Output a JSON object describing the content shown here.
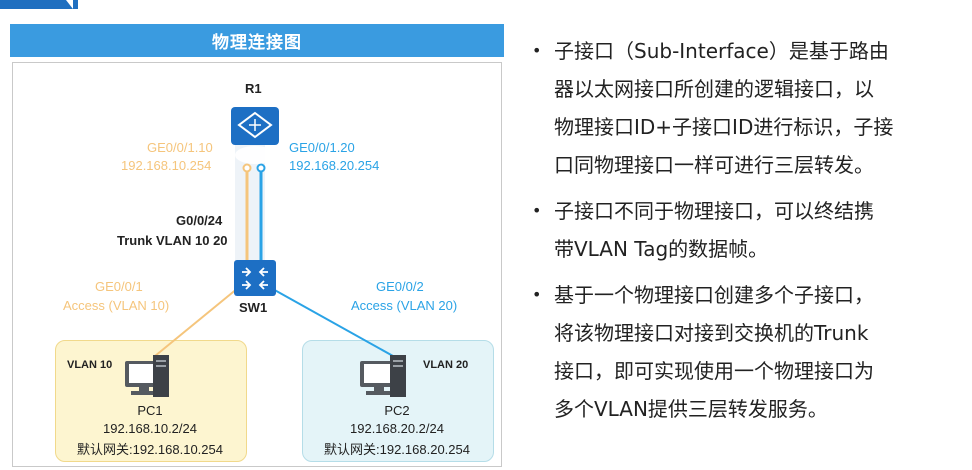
{
  "diagram": {
    "title": "物理连接图",
    "router": {
      "name": "R1",
      "sub1": {
        "port": "GE0/0/1.10",
        "ip": "192.168.10.254"
      },
      "sub2": {
        "port": "GE0/0/1.20",
        "ip": "192.168.20.254"
      }
    },
    "trunk": {
      "port": "G0/0/24",
      "vlans": "Trunk VLAN 10 20"
    },
    "switch": {
      "name": "SW1",
      "port1": {
        "port": "GE0/0/1",
        "mode": "Access (VLAN 10)"
      },
      "port2": {
        "port": "GE0/0/2",
        "mode": "Access (VLAN 20)"
      }
    },
    "pc1": {
      "vlan": "VLAN 10",
      "name": "PC1",
      "ip": "192.168.10.2/24",
      "gateway": "默认网关:192.168.10.254"
    },
    "pc2": {
      "vlan": "VLAN 20",
      "name": "PC2",
      "ip": "192.168.20.2/24",
      "gateway": "默认网关:192.168.20.254"
    },
    "colors": {
      "header": "#3a9be0",
      "vlan10": "#f5c57c",
      "vlan20": "#2aa3e6",
      "device": "#1d6fc4"
    }
  },
  "bullets": [
    {
      "symbol": "•",
      "lines": [
        "子接口（Sub-Interface）是基于路由",
        "器以太网接口所创建的逻辑接口，以",
        "物理接口ID+子接口ID进行标识，子接",
        "口同物理接口一样可进行三层转发。"
      ]
    },
    {
      "symbol": "•",
      "lines": [
        "子接口不同于物理接口，可以终结携",
        "带VLAN Tag的数据帧。"
      ]
    },
    {
      "symbol": "•",
      "lines": [
        "基于一个物理接口创建多个子接口，",
        "将该物理接口对接到交换机的Trunk",
        "接口，即可实现使用一个物理接口为",
        "多个VLAN提供三层转发服务。"
      ]
    }
  ]
}
